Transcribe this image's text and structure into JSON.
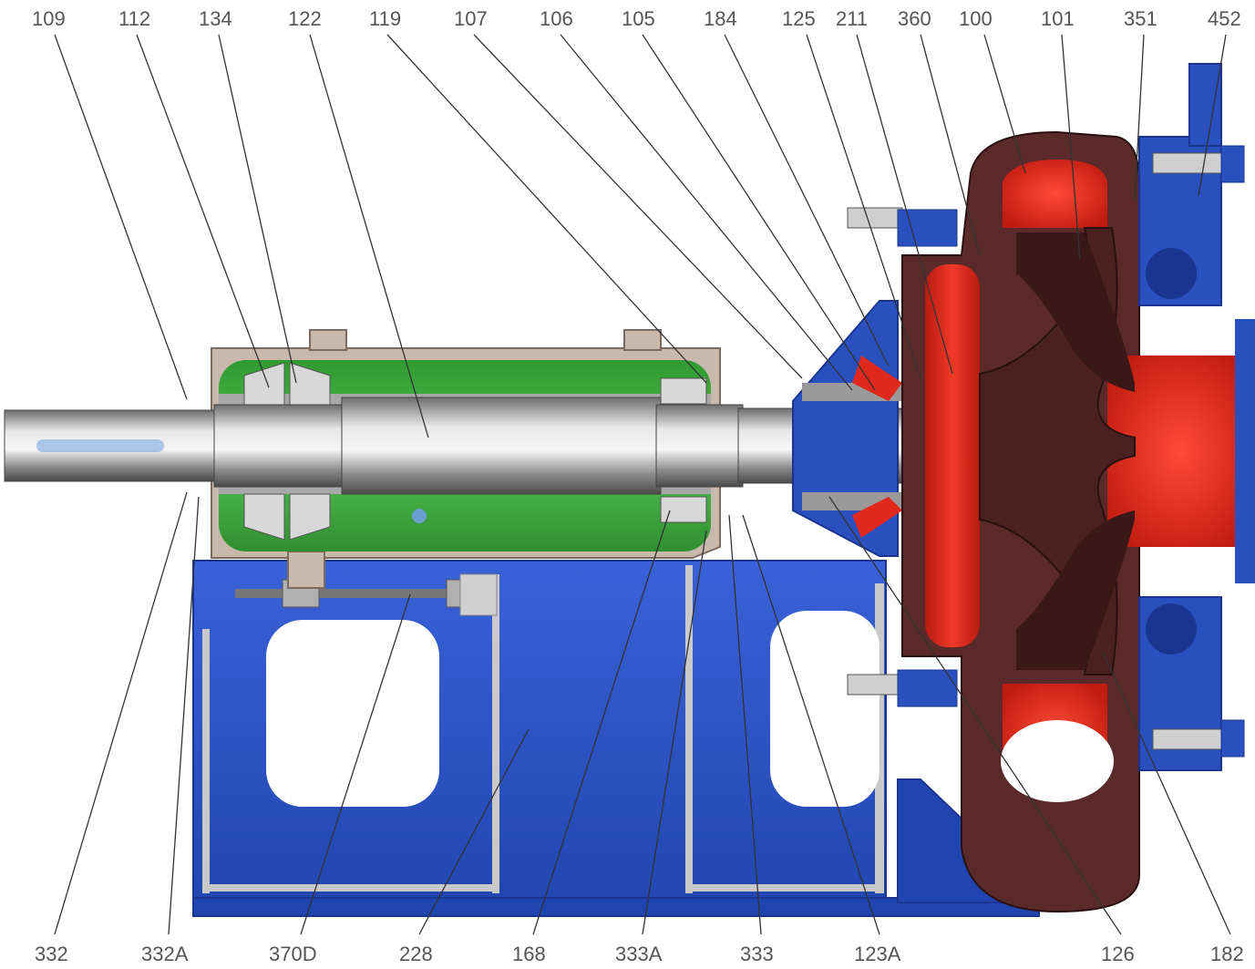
{
  "callouts_top": [
    {
      "id": "109",
      "label": "109"
    },
    {
      "id": "112",
      "label": "112"
    },
    {
      "id": "134",
      "label": "134"
    },
    {
      "id": "122",
      "label": "122"
    },
    {
      "id": "119",
      "label": "119"
    },
    {
      "id": "107",
      "label": "107"
    },
    {
      "id": "106",
      "label": "106"
    },
    {
      "id": "105",
      "label": "105"
    },
    {
      "id": "184",
      "label": "184"
    },
    {
      "id": "125",
      "label": "125"
    },
    {
      "id": "211",
      "label": "211"
    },
    {
      "id": "360",
      "label": "360"
    },
    {
      "id": "100",
      "label": "100"
    },
    {
      "id": "101",
      "label": "101"
    },
    {
      "id": "351",
      "label": "351"
    },
    {
      "id": "452",
      "label": "452"
    }
  ],
  "callouts_bottom": [
    {
      "id": "332",
      "label": "332"
    },
    {
      "id": "332A",
      "label": "332A"
    },
    {
      "id": "370D",
      "label": "370D"
    },
    {
      "id": "228",
      "label": "228"
    },
    {
      "id": "168",
      "label": "168"
    },
    {
      "id": "333A",
      "label": "333A"
    },
    {
      "id": "333",
      "label": "333"
    },
    {
      "id": "123A",
      "label": "123A"
    },
    {
      "id": "126",
      "label": "126"
    },
    {
      "id": "182",
      "label": "182"
    }
  ],
  "colors": {
    "frame_blue": "#2a50c0",
    "frame_blue_dark": "#1a3590",
    "housing_grey": "#c9b9ad",
    "housing_dark": "#7a6a60",
    "oil_green": "#3aa83a",
    "shaft_steel": "#b8b8b8",
    "casing_maroon": "#5a2a2a",
    "liner_red": "#e0281c",
    "label_grey": "#555555"
  }
}
